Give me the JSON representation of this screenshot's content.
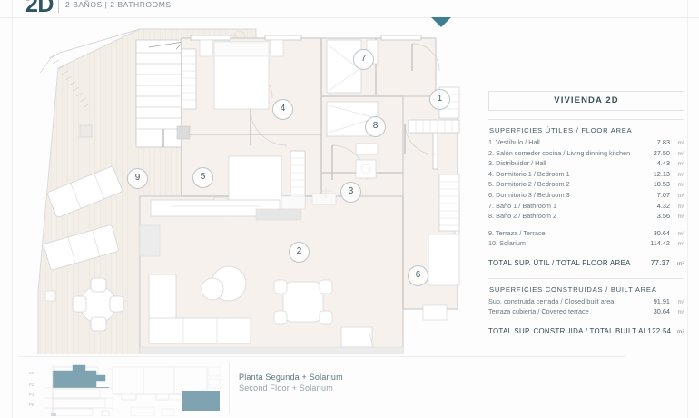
{
  "header": {
    "logo": "2D",
    "subtitle": "2 BAÑOS  |  2 BATHROOMS"
  },
  "plan": {
    "entrance_marker": "entrance-arrow",
    "room_numbers": [
      "1",
      "2",
      "3",
      "4",
      "5",
      "6",
      "7",
      "8",
      "9"
    ],
    "colors": {
      "interior_floor": "#f6f1ec",
      "terrace_floor": "#f2ece6",
      "wall": "#cfcfcf",
      "accent": "#3c7f90",
      "room_number_text": "#3d5f6b"
    }
  },
  "info": {
    "title": "VIVIENDA 2D",
    "floor_area_heading": "SUPERFICIES ÚTILES / FLOOR AREA",
    "unit": "m²",
    "rooms": [
      {
        "label": "1. Vestíbulo / Hall",
        "value": "7.83"
      },
      {
        "label": "2. Salón comedor cocina / Living dinning kitchen",
        "value": "27.50"
      },
      {
        "label": "3. Distribuidor / Hall",
        "value": "4.43"
      },
      {
        "label": "4. Dormitorio 1 / Bedroom 1",
        "value": "12.13"
      },
      {
        "label": "5. Dormitorio 2 / Bedroom 2",
        "value": "10.53"
      },
      {
        "label": "6. Dormitorio 3 / Bedroom 3",
        "value": "7.07"
      },
      {
        "label": "7. Baño 1 / Bathroom 1",
        "value": "4.32"
      },
      {
        "label": "8. Baño 2 / Bathroom 2",
        "value": "3.56"
      }
    ],
    "outdoor": [
      {
        "label": "9. Terraza / Terrace",
        "value": "30.64"
      },
      {
        "label": "10. Solarium",
        "value": "114.42"
      }
    ],
    "total_floor": {
      "label": "TOTAL SUP. ÚTIL / TOTAL FLOOR AREA",
      "value": "77.37"
    },
    "built_area_heading": "SUPERFICIES CONSTRUIDAS / BUILT AREA",
    "built": [
      {
        "label": "Sup. construida cerrada / Closed built area",
        "value": "91.91"
      },
      {
        "label": "Terraza cubierta / Covered terrace",
        "value": "30.64"
      }
    ],
    "total_built": {
      "label": "TOTAL SUP. CONSTRUIDA  /  TOTAL BUILT AREA",
      "value": "122.54"
    }
  },
  "bottom": {
    "caption_es": "Planta Segunda + Solarium",
    "caption_en": "Second Floor + Solarium",
    "levels": [
      "SO",
      "P2",
      "P1",
      "PB"
    ]
  }
}
